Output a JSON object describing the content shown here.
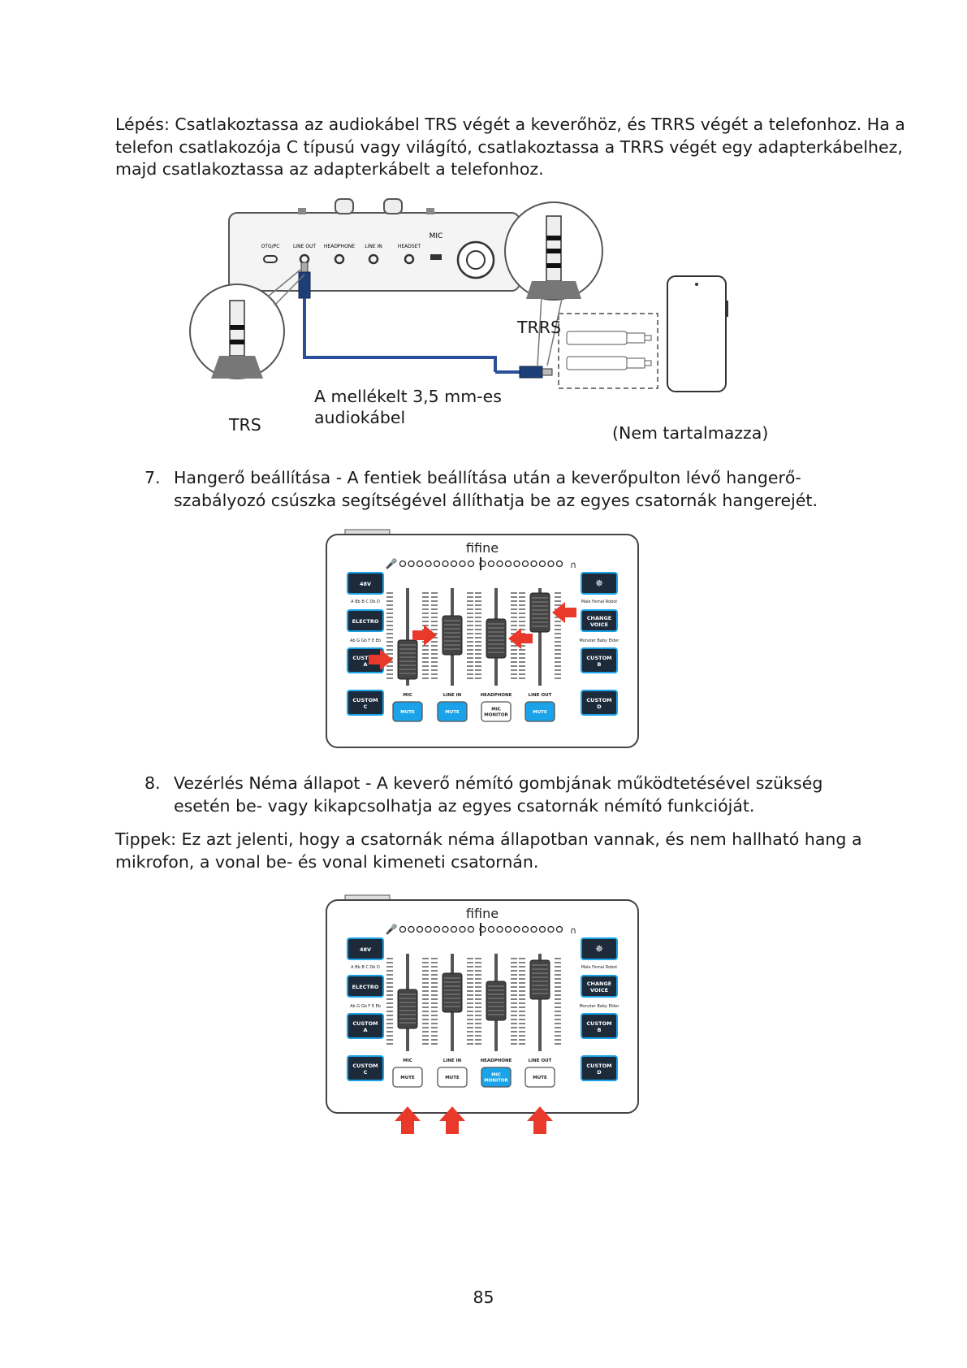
{
  "step_text": "Lépés: Csatlakoztassa az audiokábel TRS végét a keverőhöz, és TRRS végét a telefonhoz. Ha a telefon csatlakozója C típusú vagy világító, csatlakoztassa a TRRS végét egy adapterkábelhez, majd csatlakoztassa az adapterkábelt a telefonhoz.",
  "figure1": {
    "trs_label": "TRS",
    "trrs_label": "TRRS",
    "cable_label": "A mellékelt 3,5 mm-es audiokábel",
    "not_included_label": "(Nem tartalmazza)",
    "port_labels": [
      "OTG/PC",
      "LINE OUT",
      "HEADPHONE",
      "LINE IN",
      "HEADSET"
    ],
    "mic_label": "MIC"
  },
  "list_items": [
    {
      "number": "7.",
      "text": "Hangerő beállítása - A fentiek beállítása után a keverőpulton lévő hangerő-szabályozó csúszka segítségével állíthatja be az egyes csatornák hangerejét."
    },
    {
      "number": "8.",
      "text": "Vezérlés Néma állapot - A keverő némító gombjának működtetésével szükség esetén be- vagy kikapcsolhatja az egyes csatornák némító funkcióját."
    }
  ],
  "tips_text": "Tippek: Ez azt jelenti, hogy a csatornák néma állapotban vannak, és nem hallható hang a mikrofon, a vonal be- és vonal kimeneti csatornán.",
  "mixer": {
    "brand": "fifine",
    "left_buttons": [
      "48V",
      "ELECTRO",
      "CUSTOM A",
      "CUSTOM C"
    ],
    "right_buttons": [
      "CHANGE VOICE",
      "CUSTOM B",
      "CUSTOM D"
    ],
    "channel_labels": [
      "MIC",
      "LINE IN",
      "HEADPHONE",
      "LINE OUT"
    ],
    "key_row_top": "A Bb B C Db D",
    "key_row_bottom": "Ab G Gb F E Eb",
    "voice_row_top": "Male Femal Robot",
    "voice_row_bottom": "Monster Baby Elder",
    "mute_label": "MUTE",
    "monitor_label": "MIC MONITOR",
    "accent_color": "#1aa3e8",
    "panel_color": "#1c2a3a"
  },
  "page_number": "85"
}
